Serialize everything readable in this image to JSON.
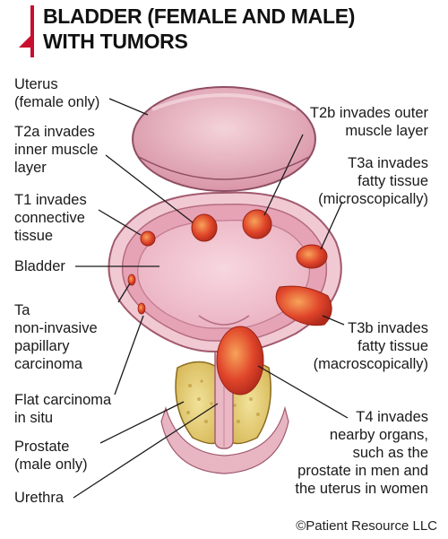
{
  "title": {
    "line1": "BLADDER (FEMALE AND MALE)",
    "line2": "WITH TUMORS"
  },
  "labels": {
    "uterus": [
      "Uterus",
      "(female only)"
    ],
    "t2a": [
      "T2a invades",
      "inner muscle",
      "layer"
    ],
    "t1": [
      "T1 invades",
      "connective",
      "tissue"
    ],
    "bladder": [
      "Bladder"
    ],
    "ta": [
      "Ta",
      "non-invasive",
      "papillary",
      "carcinoma"
    ],
    "flat": [
      "Flat carcinoma",
      "in situ"
    ],
    "prostate": [
      "Prostate",
      "(male only)"
    ],
    "urethra": [
      "Urethra"
    ],
    "t2b": [
      "T2b invades outer",
      "muscle layer"
    ],
    "t3a": [
      "T3a invades",
      "fatty tissue",
      "(microscopically)"
    ],
    "t3b": [
      "T3b invades",
      "fatty tissue",
      "(macroscopically)"
    ],
    "t4": [
      "T4 invades",
      "nearby organs,",
      "such as the",
      "prostate in men and",
      "the uterus in women"
    ]
  },
  "copyright": "©Patient Resource LLC",
  "colors": {
    "accent": "#c8102e",
    "tumor": "#e0452a",
    "bladder_wall": "#e6a3b5",
    "lumen": "#f3ccd6",
    "prostate": "#e8d47a"
  }
}
